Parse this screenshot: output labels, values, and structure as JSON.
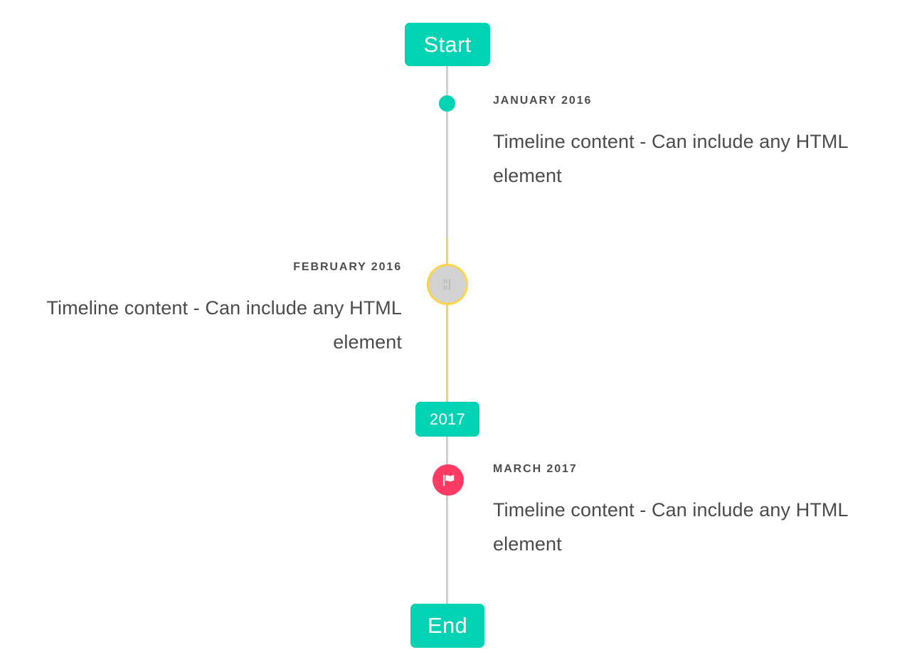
{
  "timeline": {
    "start_label": "Start",
    "end_label": "End",
    "year_divider_label": "2017",
    "accent_color": "#00d3b3",
    "line_color_default": "#cfcfcf",
    "line_color_highlight": "#fcd444",
    "marker_color_flag": "#ff3b63",
    "marker_color_ring_fill": "#d2d2d2",
    "entries": [
      {
        "date": "JANUARY 2016",
        "body": "Timeline content - Can include any HTML element",
        "side": "right",
        "marker": "dot"
      },
      {
        "date": "FEBRUARY 2016",
        "body": "Timeline content - Can include any HTML element",
        "side": "left",
        "marker": "ring-with-icon"
      },
      {
        "date": "MARCH 2017",
        "body": "Timeline content - Can include any HTML element",
        "side": "right",
        "marker": "flag"
      }
    ]
  }
}
